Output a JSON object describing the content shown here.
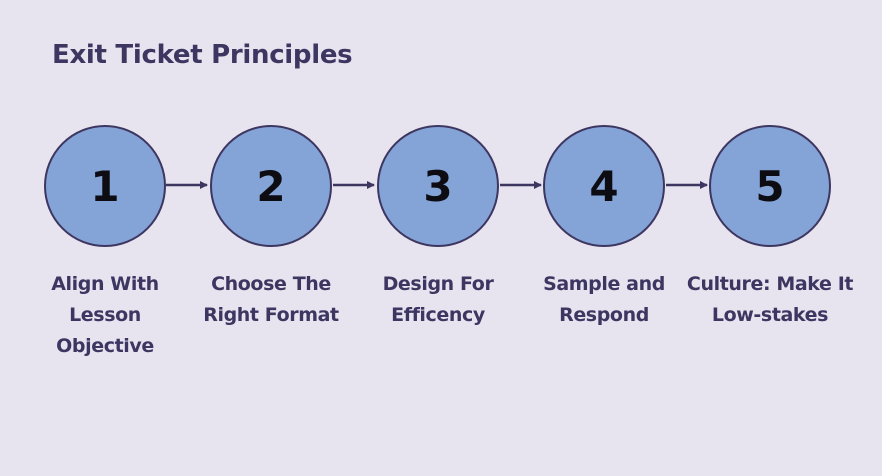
{
  "title": "Exit Ticket Principles",
  "colors": {
    "background": "#e7e4f0",
    "circle_fill": "#84a3d6",
    "outline": "#3d3660",
    "text": "#3d3660",
    "number": "#0c0c12"
  },
  "steps": [
    {
      "number": "1",
      "label": "Align With Lesson Objective"
    },
    {
      "number": "2",
      "label": "Choose The Right Format"
    },
    {
      "number": "3",
      "label": "Design For Efficency"
    },
    {
      "number": "4",
      "label": "Sample and Respond"
    },
    {
      "number": "5",
      "label": "Culture: Make It Low-stakes"
    }
  ]
}
